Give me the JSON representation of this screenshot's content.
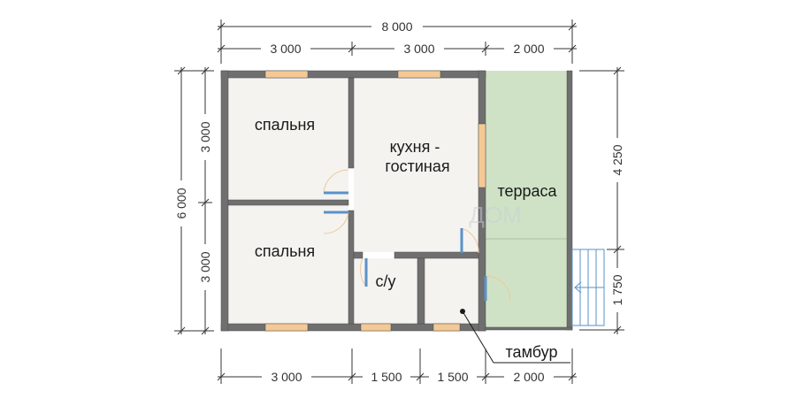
{
  "colors": {
    "wall": "#6f6f6f",
    "wall_edge": "#4a4a4a",
    "room_floor": "#f4f3ef",
    "terrace_floor": "#cfe2c6",
    "window": "#f4c995",
    "door": "#5a92c8",
    "dim_line": "#333333"
  },
  "dimensions": {
    "overall_width": "8 000",
    "top": [
      "3 000",
      "3 000",
      "2 000"
    ],
    "bottom": [
      "3 000",
      "1 500",
      "1 500",
      "2 000"
    ],
    "left_total": "6 000",
    "left": [
      "3 000",
      "3 000"
    ],
    "right": [
      "4 250",
      "1 750"
    ]
  },
  "rooms": {
    "bedroom_top": "спальня",
    "bedroom_bottom": "спальня",
    "kitchen_line1": "кухня -",
    "kitchen_line2": "гостиная",
    "terrace": "терраса",
    "bathroom": "с/у",
    "vestibule": "тамбур"
  },
  "watermark": "ДОМ"
}
